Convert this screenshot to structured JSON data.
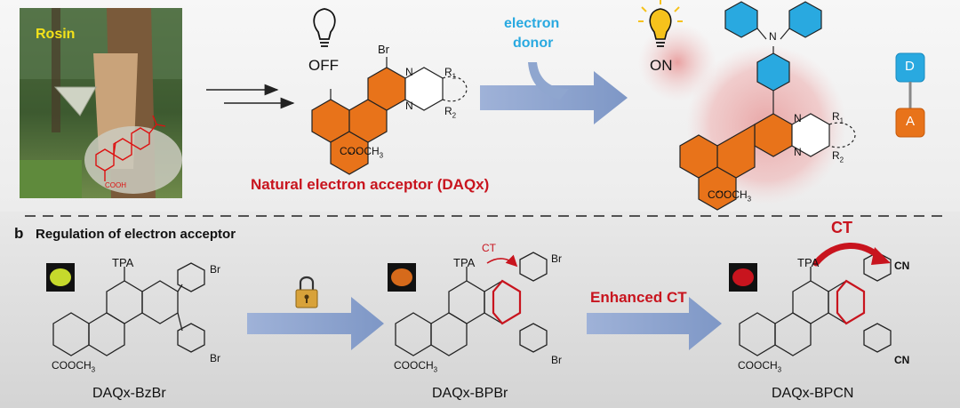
{
  "panel_a": {
    "photo_label": "Rosin",
    "photo_cooh": "COOH",
    "off_label": "OFF",
    "on_label": "ON",
    "donor_label_1": "electron",
    "donor_label_2": "donor",
    "acceptor_caption": "Natural electron acceptor (DAQx)",
    "br": "Br",
    "n": "N",
    "r1": "R",
    "r1_sub": "1",
    "r2": "R",
    "r2_sub": "2",
    "ester": "COOCH",
    "ester_sub": "3",
    "d_label": "D",
    "a_label": "A"
  },
  "panel_b": {
    "letter": "b",
    "title": "Regulation of electron acceptor",
    "tpa": "TPA",
    "ct_small": "CT",
    "ct_large": "CT",
    "enhanced_ct": "Enhanced CT",
    "cn": "CN",
    "compounds": [
      "DAQx-BzBr",
      "DAQx-BPBr",
      "DAQx-BPCN"
    ]
  },
  "colors": {
    "orange": "#e8731a",
    "red": "#c8141e",
    "blue": "#29a9e0",
    "arrow_blue": "#8fa6cf",
    "glow": "#e8a3a3",
    "bulb": "#f6c21c"
  }
}
